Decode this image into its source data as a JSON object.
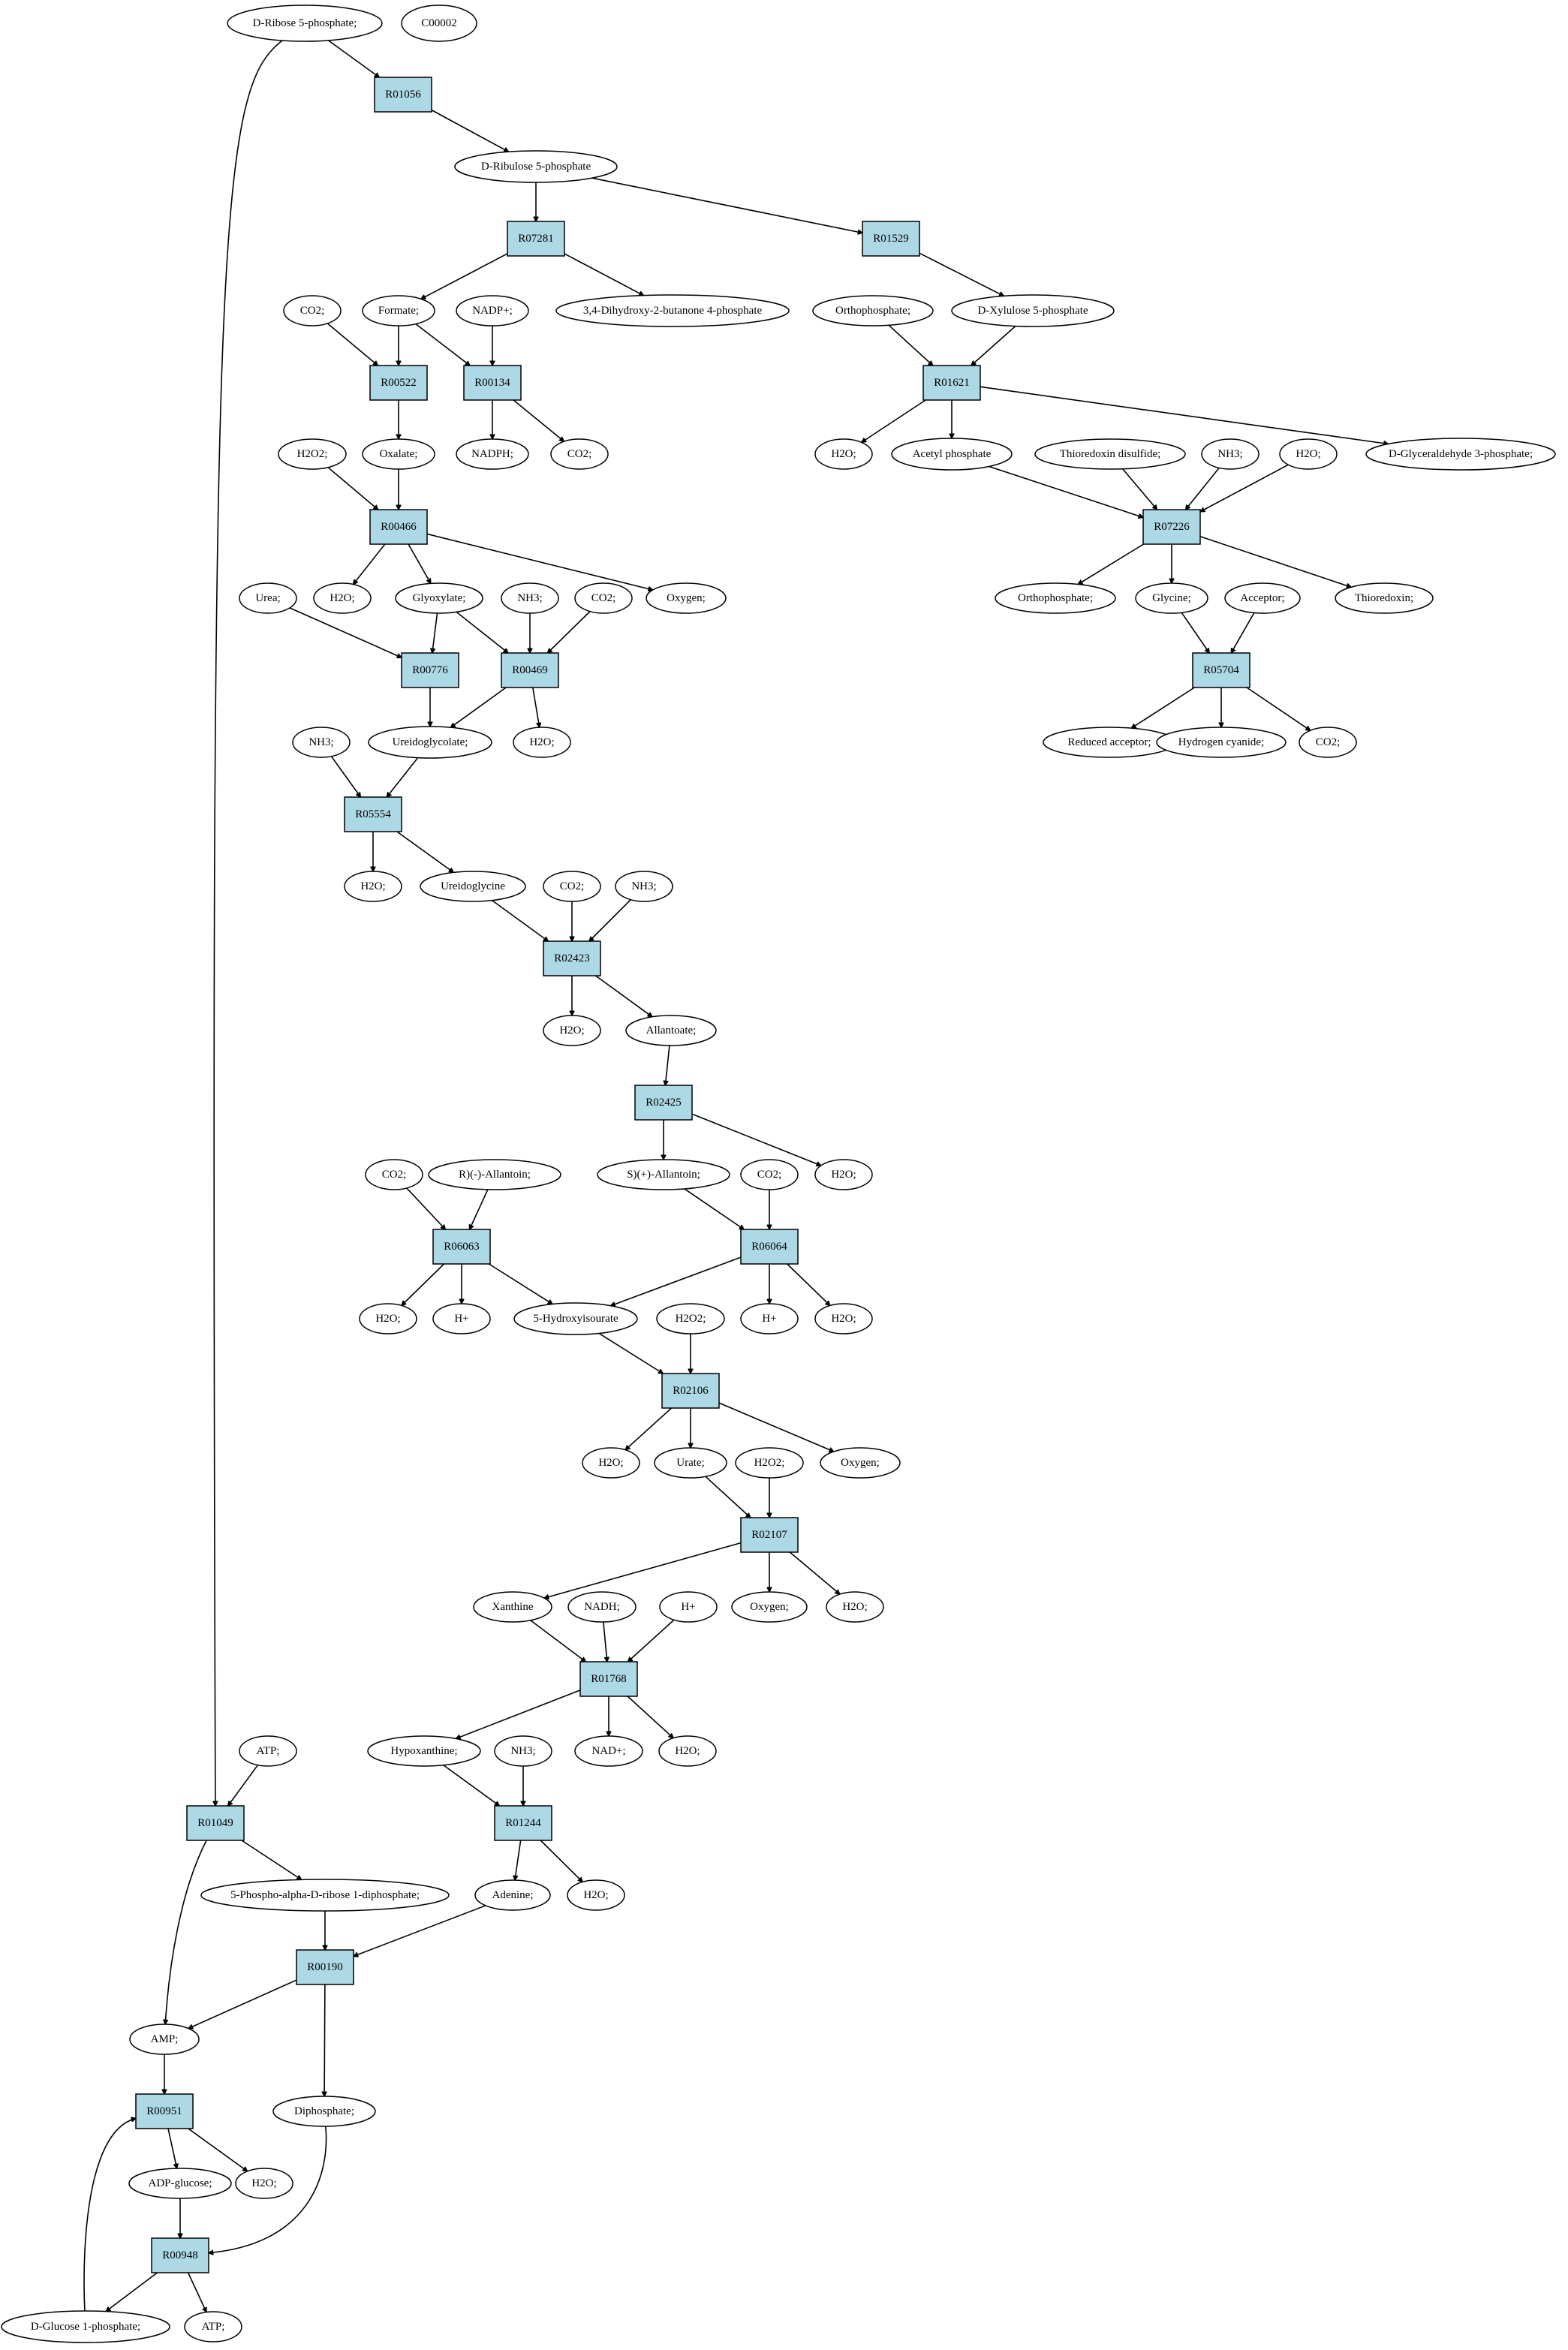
{
  "colors": {
    "reaction_fill": "#add8e6",
    "metabolite_fill": "#ffffff",
    "start_fill": "#00ff00",
    "compound_fill": "#ffff00",
    "stroke": "#000000"
  },
  "nodes": {
    "rib5p": "D-Ribose 5-phosphate;",
    "c00002": "C00002",
    "r01056": "R01056",
    "ribu5p": "D-Ribulose 5-phosphate",
    "r07281": "R07281",
    "r01529": "R01529",
    "formate": "Formate;",
    "nadp": "NADP+;",
    "dhbp": "3,4-Dihydroxy-2-butanone 4-phosphate",
    "co2_a": "CO2;",
    "r00522": "R00522",
    "r00134": "R00134",
    "orthop_a": "Orthophosphate;",
    "xyl5p": "D-Xylulose 5-phosphate",
    "r01621": "R01621",
    "oxalate": "Oxalate;",
    "nadph": "NADPH;",
    "co2_b": "CO2;",
    "h2o2_a": "H2O2;",
    "r00466": "R00466",
    "h2o_a": "H2O;",
    "acetylp": "Acetyl phosphate",
    "thiodis": "Thioredoxin disulfide;",
    "nh3_a": "NH3;",
    "h2o_b": "H2O;",
    "g3p": "D-Glyceraldehyde 3-phosphate;",
    "r07226": "R07226",
    "h2o_c": "H2O;",
    "glyoxylate": "Glyoxylate;",
    "oxygen_a": "Oxygen;",
    "urea": "Urea;",
    "nh3_b": "NH3;",
    "co2_c": "CO2;",
    "orthop_b": "Orthophosphate;",
    "glycine": "Glycine;",
    "acceptor": "Acceptor;",
    "thioredoxin": "Thioredoxin;",
    "r00776": "R00776",
    "r00469": "R00469",
    "r05704": "R05704",
    "ureidoglycolate": "Ureidoglycolate;",
    "h2o_d": "H2O;",
    "redacc": "Reduced acceptor;",
    "hcn": "Hydrogen cyanide;",
    "co2_d": "CO2;",
    "nh3_c": "NH3;",
    "r05554": "R05554",
    "h2o_e": "H2O;",
    "ureidoglycine": "Ureidoglycine",
    "co2_e": "CO2;",
    "nh3_d": "NH3;",
    "r02423": "R02423",
    "h2o_f": "H2O;",
    "allantoate": "Allantoate;",
    "r02425": "R02425",
    "co2_f": "CO2;",
    "rallantoin": "R)(-)-Allantoin;",
    "sallantoin": "S)(+)-Allantoin;",
    "co2_g": "CO2;",
    "h2o_g": "H2O;",
    "r06063": "R06063",
    "r06064": "R06064",
    "h2o_h": "H2O;",
    "hplus_a": "H+",
    "hiu": "5-Hydroxyisourate",
    "h2o2_b": "H2O2;",
    "hplus_b": "H+",
    "h2o_i": "H2O;",
    "r02106": "R02106",
    "h2o_j": "H2O;",
    "urate": "Urate;",
    "h2o2_c": "H2O2;",
    "oxygen_b": "Oxygen;",
    "r02107": "R02107",
    "xanthine": "Xanthine",
    "nadh": "NADH;",
    "hplus_c": "H+",
    "oxygen_c": "Oxygen;",
    "h2o_k": "H2O;",
    "r01768": "R01768",
    "atp_a": "ATP;",
    "hypoxanthine": "Hypoxanthine;",
    "nh3_e": "NH3;",
    "nad": "NAD+;",
    "h2o_l": "H2O;",
    "r01049": "R01049",
    "r01244": "R01244",
    "prpp": "5-Phospho-alpha-D-ribose 1-diphosphate;",
    "adenine": "Adenine;",
    "h2o_m": "H2O;",
    "r00190": "R00190",
    "amp": "AMP;",
    "r00951": "R00951",
    "diphosphate": "Diphosphate;",
    "adpglucose": "ADP-glucose;",
    "h2o_n": "H2O;",
    "r00948": "R00948",
    "g1p": "D-Glucose 1-phosphate;",
    "atp_b": "ATP;"
  }
}
